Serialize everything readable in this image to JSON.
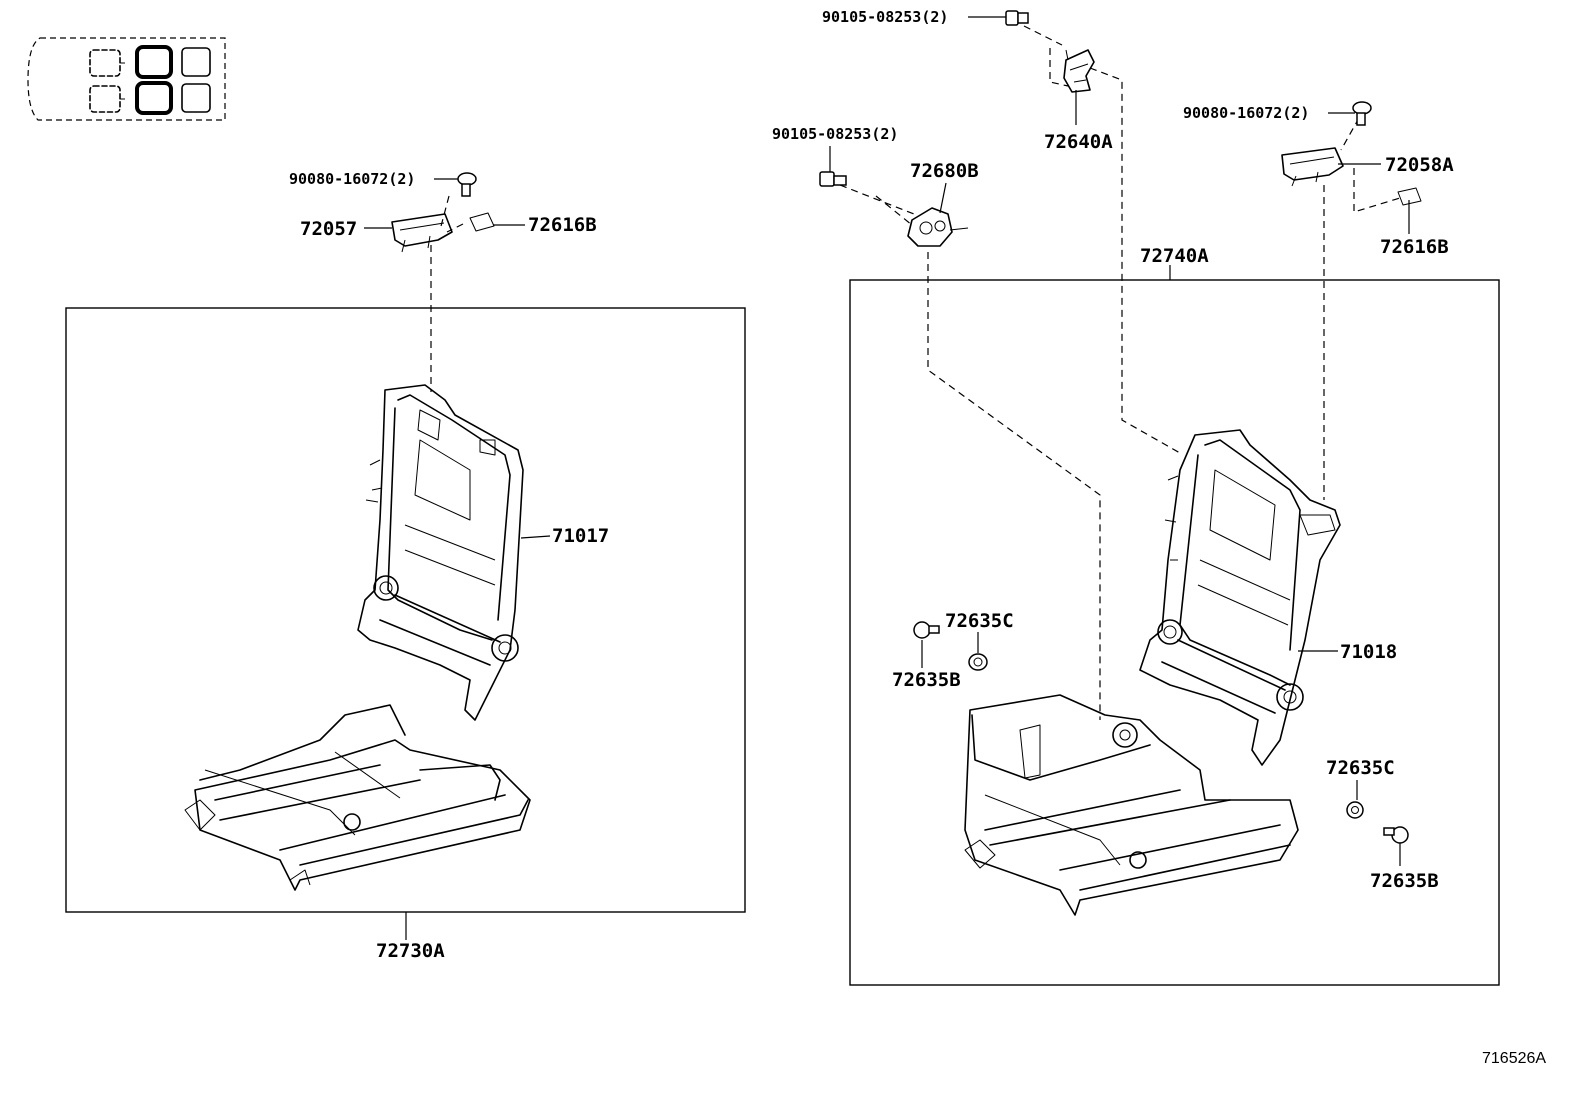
{
  "labels": {
    "bolt_90105_top": "90105-08253(2)",
    "bolt_90105_left": "90105-08253(2)",
    "screw_90080_left": "90080-16072(2)",
    "screw_90080_right": "90080-16072(2)",
    "p72640A": "72640A",
    "p72680B": "72680B",
    "p72058A": "72058A",
    "p72616B_right": "72616B",
    "p72740A": "72740A",
    "p72057": "72057",
    "p72616B_left": "72616B",
    "p71017": "71017",
    "p72730A": "72730A",
    "p72635C_left": "72635C",
    "p72635B_left": "72635B",
    "p72635C_right": "72635C",
    "p72635B_right": "72635B",
    "p71018": "71018"
  },
  "figure_number": "716526A"
}
